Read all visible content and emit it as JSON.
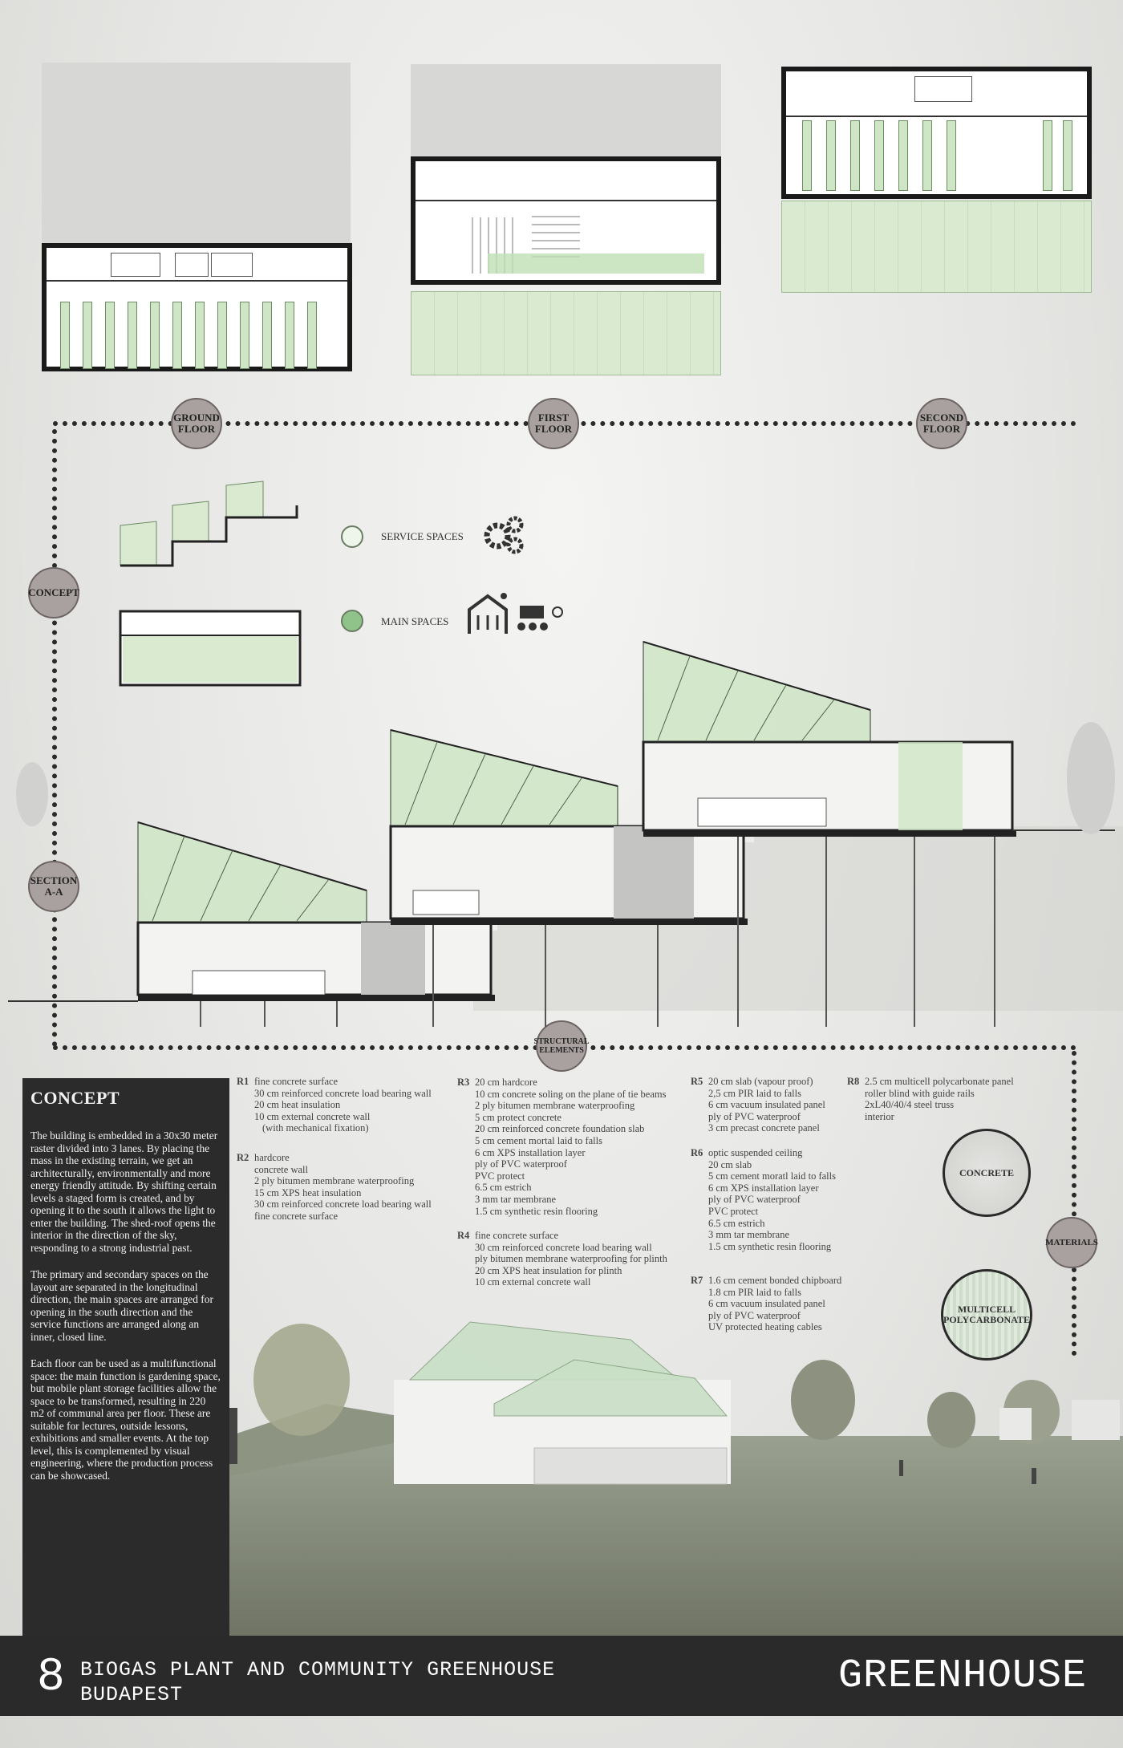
{
  "floor_labels": {
    "ground": [
      "GROUND",
      "FLOOR"
    ],
    "first": [
      "FIRST",
      "FLOOR"
    ],
    "second": [
      "SECOND",
      "FLOOR"
    ]
  },
  "side_labels": {
    "concept": "CONCEPT",
    "section": [
      "SECTION",
      "A-A"
    ],
    "structural": [
      "STRUCTURAL",
      "ELEMENTS"
    ],
    "materials": "MATERIALS"
  },
  "legend": {
    "service": "SERVICE SPACES",
    "main": "MAIN SPACES"
  },
  "concept": {
    "title": "CONCEPT",
    "p1": "The building is embedded in a 30x30 meter raster divided into 3 lanes. By placing the mass in the existing terrain, we get an architecturally, environmentally and more energy friendly attitude. By shifting certain levels a staged form is created, and by opening it to the south it allows the light to enter the building. The shed-roof opens the interior in the direction of the sky, responding to a strong industrial past.",
    "p2": "The primary and secondary spaces on the layout are separated in the longitudinal direction, the main spaces are arranged for opening in the south direction and the service functions are arranged along an inner, closed line.",
    "p3": "Each floor can be used as a multifunctional space: the main function is gardening space, but mobile plant storage facilities allow the space to be transformed, resulting in 220 m2 of communal area per floor. These are suitable for lectures, outside lessons, exhibitions and smaller events. At the top level, this is complemented by visual engineering, where the production process can be showcased."
  },
  "materials": {
    "r1": [
      "R1",
      "fine concrete surface",
      "30 cm reinforced concrete load bearing wall",
      "20 cm heat insulation",
      "10 cm external concrete wall",
      "(with mechanical fixation)"
    ],
    "r2": [
      "R2",
      "hardcore",
      "concrete wall",
      "2 ply bitumen membrane waterproofing",
      "15 cm XPS heat insulation",
      "30 cm reinforced concrete load bearing wall",
      "fine concrete surface"
    ],
    "r3": [
      "R3",
      "20 cm hardcore",
      "10 cm concrete soling on the plane of tie beams",
      "2 ply bitumen membrane waterproofing",
      "5 cm protect concrete",
      "20 cm reinforced concrete foundation slab",
      "5 cm cement mortal laid to falls",
      "6 cm XPS installation layer",
      "ply of PVC waterproof",
      "PVC protect",
      "6.5 cm estrich",
      "3 mm tar membrane",
      "1.5 cm synthetic resin flooring"
    ],
    "r4": [
      "R4",
      "fine concrete surface",
      "30 cm reinforced concrete load bearing wall",
      "ply bitumen membrane waterproofing for plinth",
      "20 cm XPS heat insulation for plinth",
      "10 cm external concrete wall"
    ],
    "r5": [
      "R5",
      "20 cm slab (vapour proof)",
      "2,5 cm PIR laid to falls",
      "6 cm vacuum insulated panel",
      "ply of PVC waterproof",
      "3 cm precast concrete panel"
    ],
    "r6": [
      "R6",
      "optic suspended ceiling",
      "20 cm slab",
      "5 cm cement moratl laid to falls",
      "6 cm XPS installation layer",
      "ply of PVC waterproof",
      "PVC protect",
      "6.5 cm estrich",
      "3 mm tar membrane",
      "1.5 cm synthetic resin flooring"
    ],
    "r7": [
      "R7",
      "1.6 cm cement bonded chipboard",
      "1.8 cm PIR laid to falls",
      "6 cm vacuum insulated panel",
      "ply of PVC waterproof",
      "UV protected heating cables"
    ],
    "r8": [
      "R8",
      "2.5 cm multicell polycarbonate panel",
      "roller blind with guide rails",
      "2xL40/40/4 steel truss",
      "interior"
    ]
  },
  "material_samples": {
    "concrete": "CONCRETE",
    "poly": [
      "MULTICELL",
      "POLYCARBONATE"
    ]
  },
  "footer": {
    "number": "8",
    "line1": "BIOGAS PLANT AND COMMUNITY GREENHOUSE",
    "line2": "BUDAPEST",
    "title": "GREENHOUSE"
  },
  "colors": {
    "green_light": "#d9ead0",
    "green_main": "#8fc38a",
    "dark_panel": "#2b2b2b",
    "circle_fill": "#a9a1a0"
  }
}
